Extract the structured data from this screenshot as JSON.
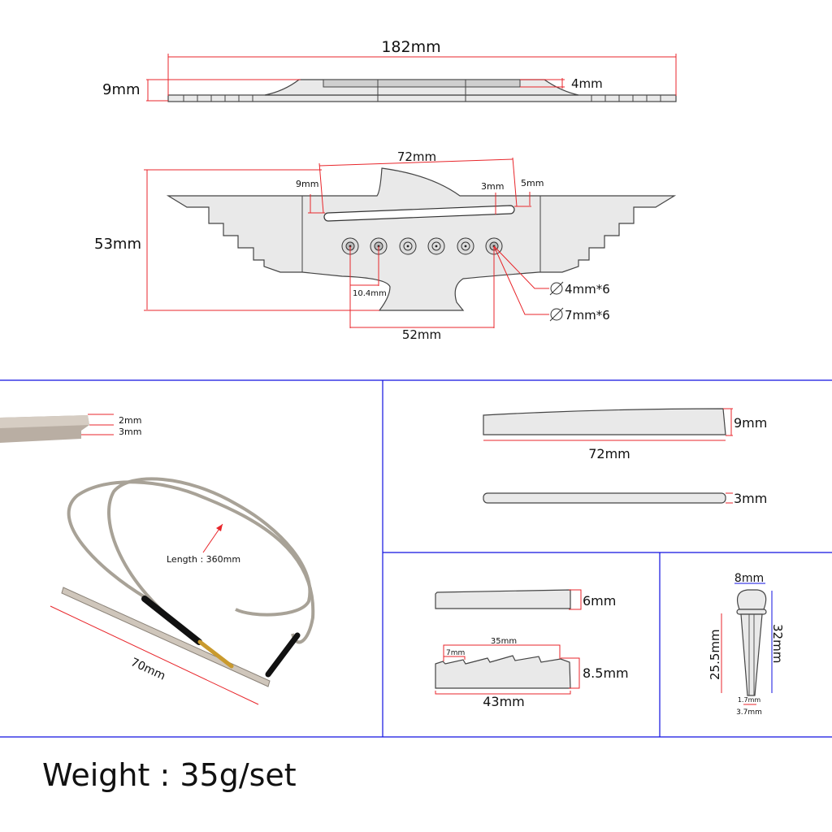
{
  "bridge_profile": {
    "length": "182mm",
    "height": "9mm",
    "slot_depth": "4mm"
  },
  "bridge_top": {
    "width": "53mm",
    "slot_length": "72mm",
    "slot_offset_left": "9mm",
    "slot_width": "3mm",
    "slot_offset_right": "5mm",
    "pin_spacing": "10.4mm",
    "pin_span": "52mm",
    "inner_hole": "4mm*6",
    "outer_hole": "7mm*6"
  },
  "pickup": {
    "thickness_top": "2mm",
    "thickness_bottom": "3mm",
    "cable_length": "Length : 360mm",
    "bar_length": "70mm"
  },
  "saddle": {
    "height": "9mm",
    "length": "72mm",
    "thickness": "3mm"
  },
  "nut": {
    "height_flat": "6mm",
    "string_span": "35mm",
    "first_slot": "7mm",
    "height": "8.5mm",
    "length": "43mm"
  },
  "bridge_pin": {
    "head_width": "8mm",
    "total_length": "32mm",
    "shaft_length": "25.5mm",
    "tip_inner": "1.7mm",
    "tip_outer": "3.7mm"
  },
  "weight": "Weight : 35g/set",
  "colors": {
    "dimension": "#e8262b",
    "divider": "#1010e0",
    "part": "#e9e9e9"
  }
}
